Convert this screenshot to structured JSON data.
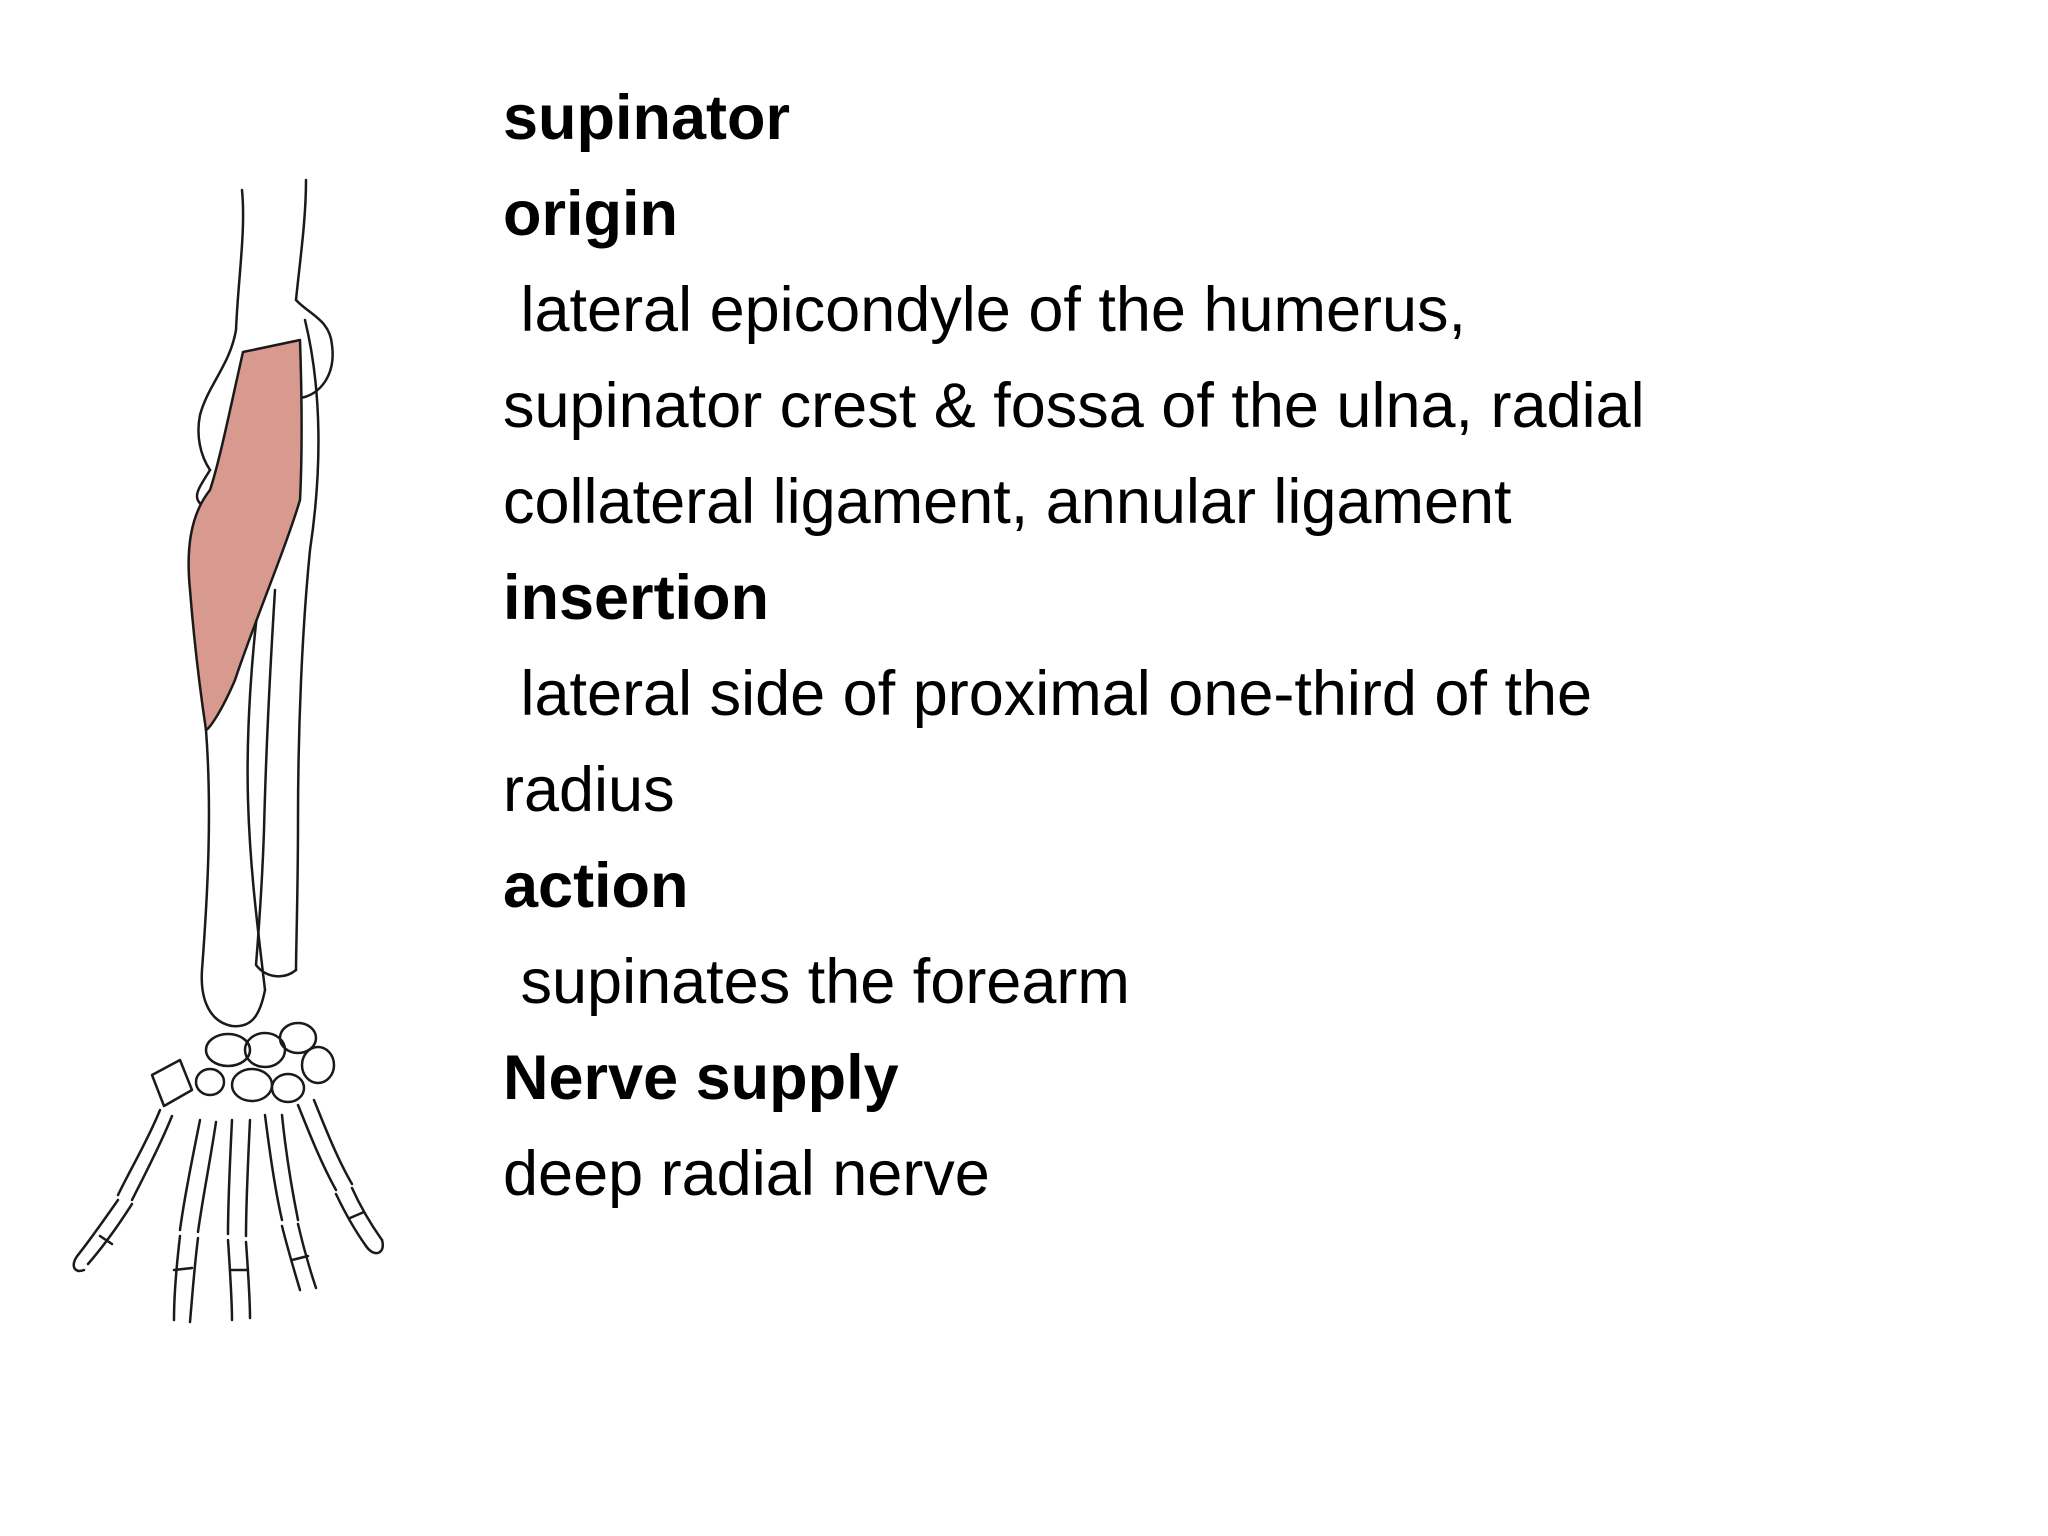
{
  "muscle": {
    "name": "supinator"
  },
  "sections": {
    "origin": {
      "heading": "origin",
      "lines": [
        " lateral epicondyle of the humerus,",
        "supinator crest & fossa of the ulna, radial",
        "collateral ligament, annular ligament"
      ]
    },
    "insertion": {
      "heading": "insertion",
      "lines": [
        " lateral side of proximal one-third of the",
        "radius"
      ]
    },
    "action": {
      "heading": "action",
      "lines": [
        " supinates the forearm"
      ]
    },
    "nerve_supply": {
      "heading": "Nerve supply",
      "lines": [
        "deep radial nerve"
      ]
    }
  },
  "illustration": {
    "subject": "forearm-and-hand-bones-with-supinator-muscle",
    "muscle_color": "#d89a8f",
    "line_color": "#1a1a1a"
  }
}
